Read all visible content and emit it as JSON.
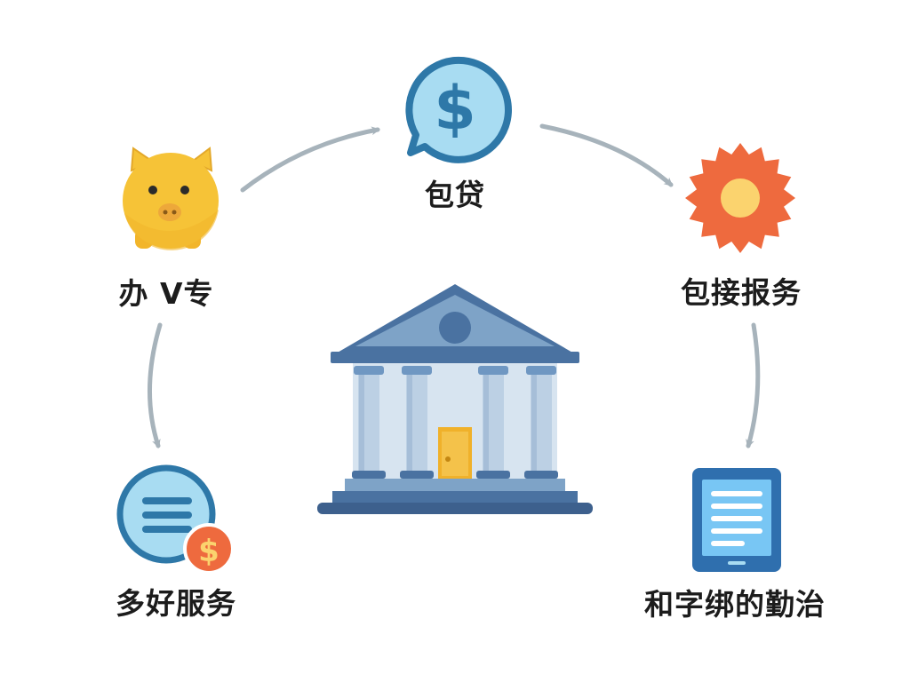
{
  "nodes": {
    "top": {
      "label": "包贷",
      "icon": "dollar-chat-bubble-icon"
    },
    "left": {
      "label": "办 V专",
      "icon": "piggy-bank-icon"
    },
    "right": {
      "label": "包接报务",
      "icon": "sun-badge-icon"
    },
    "bottom_left": {
      "label": "多好服务",
      "icon": "chat-list-dollar-icon"
    },
    "bottom_right": {
      "label": "和字绑的勤治",
      "icon": "tablet-document-icon"
    },
    "center": {
      "icon": "bank-building-icon"
    }
  },
  "colors": {
    "arrow": "#a7b3bb",
    "blue_outline": "#2e78a8",
    "light_blue": "#a8dcf2",
    "piggy": "#f6c337",
    "sun": "#ee6a3e",
    "sun_center": "#fbd36e",
    "bank_roof": "#4a72a1",
    "bank_column": "#bcd0e4",
    "door": "#f0b12a",
    "tablet": "#2f6fae"
  }
}
